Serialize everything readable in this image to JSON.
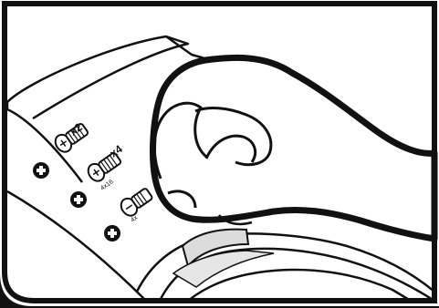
{
  "screws": [
    {
      "qty": "x2",
      "size": ""
    },
    {
      "qty": "x4",
      "size": "4x16"
    },
    {
      "qty": "",
      "size": "4x"
    }
  ],
  "colors": {
    "stroke": "#111111",
    "fill": "#ffffff",
    "border": "#111111",
    "shadow": "#dcdcdc"
  },
  "icons": [
    "plus-circle-icon",
    "screw-icon",
    "hand-icon"
  ]
}
